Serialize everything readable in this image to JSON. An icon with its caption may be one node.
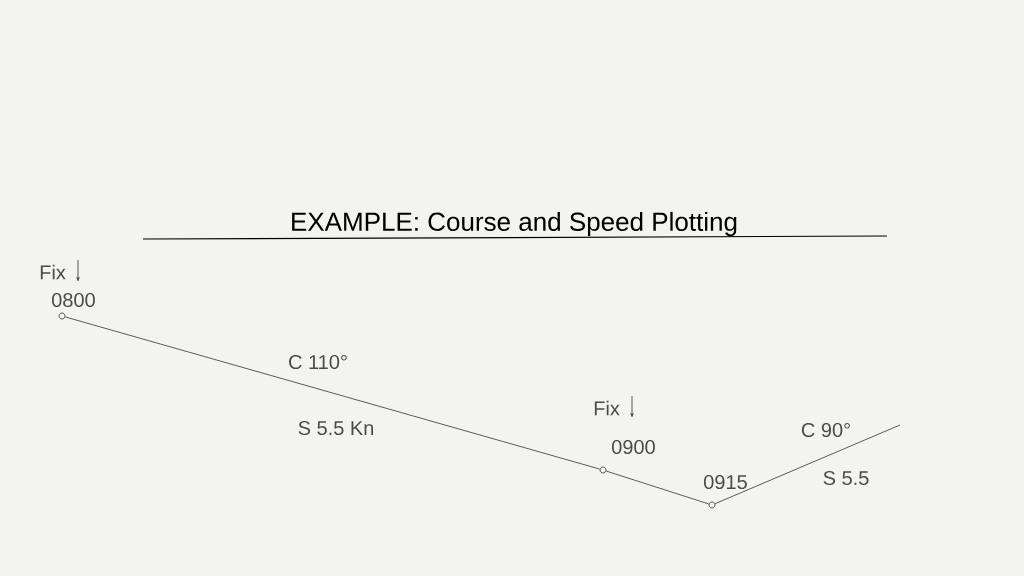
{
  "diagram": {
    "title": "EXAMPLE: Course and Speed Plotting",
    "nodes": [
      {
        "text": [],
        "shape": "circle",
        "beside": [
          "Fix",
          "0800"
        ]
      },
      {
        "text": [],
        "shape": "circle",
        "beside": [
          "Fix",
          "0900"
        ]
      },
      {
        "text": [],
        "shape": "circle",
        "beside": [
          "0915"
        ]
      }
    ],
    "edges": [
      {
        "from": 0,
        "to": 1,
        "arrow": "none",
        "label": "C 110°"
      },
      {
        "from": 1,
        "to": 2,
        "arrow": "none"
      },
      {
        "from": 2,
        "to": null,
        "arrow": "none",
        "label": "C 90°"
      }
    ],
    "labels": [
      "S 5.5 Kn",
      "S 5.5"
    ]
  }
}
